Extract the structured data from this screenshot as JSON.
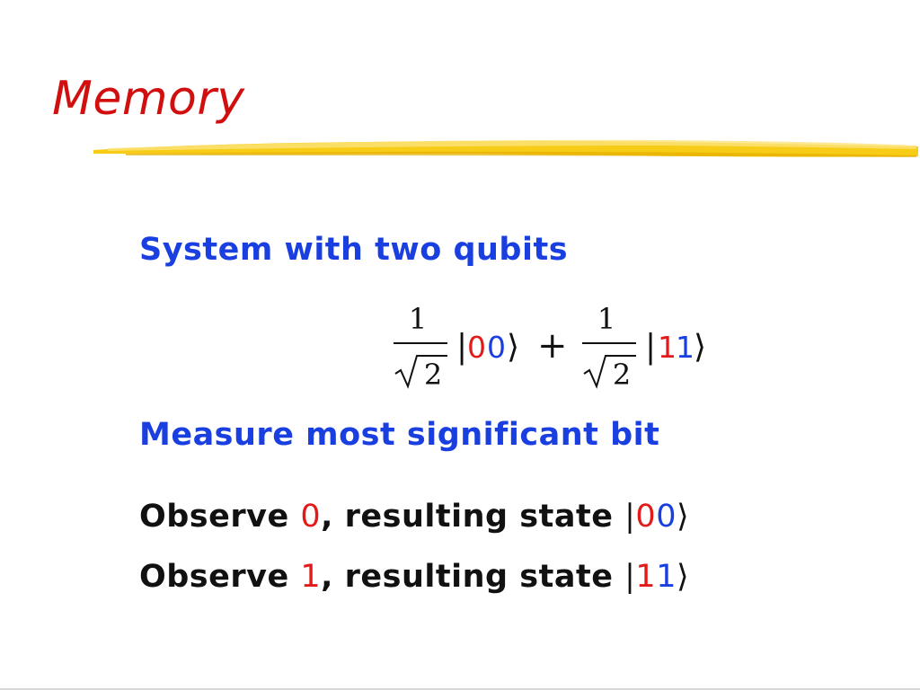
{
  "slide": {
    "title": "Memory",
    "heading1": "System with two qubits",
    "equation": {
      "numerator": "1",
      "denominator": "2",
      "ket1": "00",
      "plus": "+",
      "ket2": "11"
    },
    "heading2": "Measure most significant bit",
    "observe1": {
      "prefix": "Observe ",
      "bit": "0",
      "middle": ", resulting state ",
      "ket_open": "|",
      "ket_value": "00",
      "ket_close": "⟩"
    },
    "observe2": {
      "prefix": "Observe ",
      "bit": "1",
      "middle": ", resulting state ",
      "ket_open": "|",
      "ket_value": "11",
      "ket_close": "⟩"
    }
  },
  "colors": {
    "title": "#d10f0f",
    "heading": "#1a3fe0",
    "red_digit": "#e21a1a",
    "blue_digit": "#1a3fe0",
    "underline": "#f5c400"
  }
}
